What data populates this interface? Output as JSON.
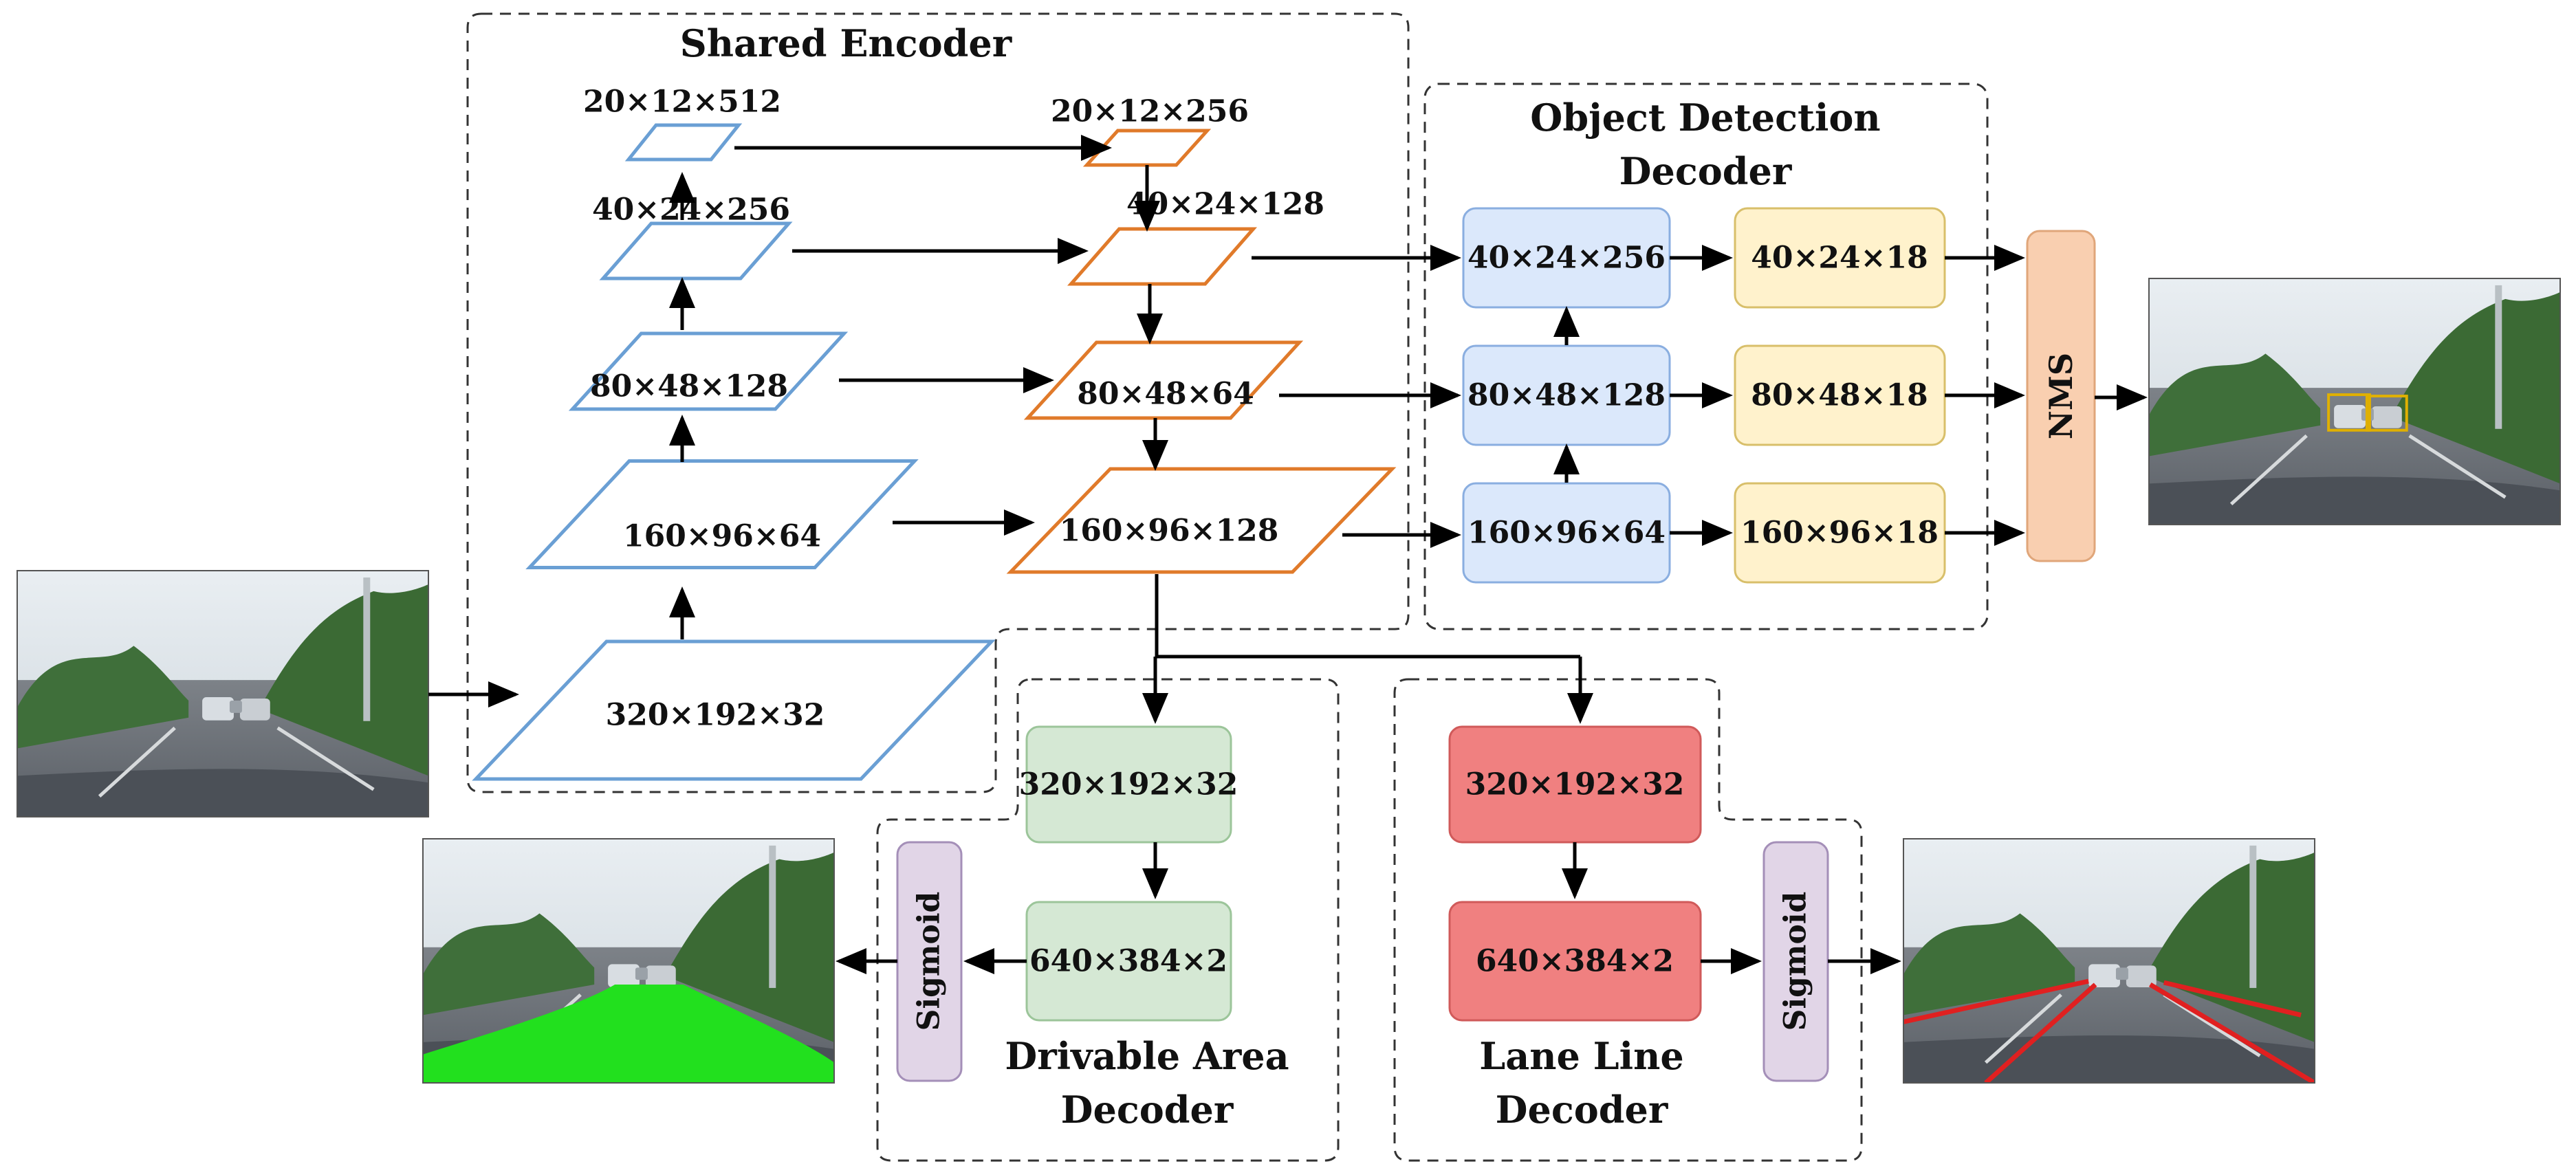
{
  "shared_encoder": {
    "title": "Shared Encoder",
    "backbone_layers": [
      "20×12×512",
      "40×24×256",
      "80×48×128",
      "160×96×64",
      "320×192×32"
    ],
    "neck_layers": [
      "20×12×256",
      "40×24×128",
      "80×48×64",
      "160×96×128"
    ]
  },
  "object_detection_decoder": {
    "title_line1": "Object Detection",
    "title_line2": "Decoder",
    "feature_boxes": [
      "40×24×256",
      "80×48×128",
      "160×96×64"
    ],
    "output_boxes": [
      "40×24×18",
      "80×48×18",
      "160×96×18"
    ],
    "nms_label": "NMS"
  },
  "drivable_area_decoder": {
    "title_line1": "Drivable Area",
    "title_line2": "Decoder",
    "box_top": "320×192×32",
    "box_bottom": "640×384×2",
    "activation": "Sigmoid"
  },
  "lane_line_decoder": {
    "title_line1": "Lane Line",
    "title_line2": "Decoder",
    "box_top": "320×192×32",
    "box_bottom": "640×384×2",
    "activation": "Sigmoid"
  },
  "colors": {
    "backbone_stroke": "#6a9fd4",
    "neck_stroke": "#e07a2a",
    "detection_fill": "#dbe8fb",
    "detection_stroke": "#8aaee0",
    "output_fill": "#fff2cc",
    "output_stroke": "#d8bf6a",
    "nms_fill": "#f9cfb0",
    "nms_stroke": "#e0a67a",
    "drivable_fill": "#d5e8d4",
    "drivable_stroke": "#9cc59a",
    "lane_fill": "#f08080",
    "lane_stroke": "#d05a5a",
    "sigmoid_fill": "#e1d5e7",
    "sigmoid_stroke": "#a48fb8",
    "drivable_overlay": "#22e01e",
    "lane_overlay": "#e02020"
  }
}
